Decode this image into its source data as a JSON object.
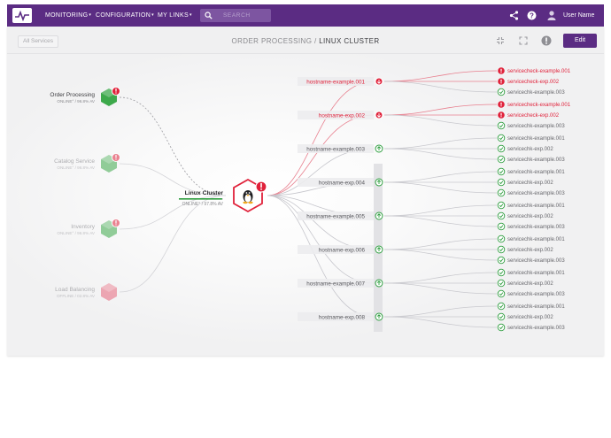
{
  "nav": {
    "items": [
      {
        "label": "MONITORING"
      },
      {
        "label": "CONFIGURATION"
      },
      {
        "label": "MY LINKS"
      }
    ],
    "search_placeholder": "SEARCH",
    "user": "User Name",
    "icons": [
      "share-icon",
      "help-icon",
      "user-icon"
    ]
  },
  "toolbar": {
    "all_services": "All Services",
    "breadcrumb_parent": "ORDER PROCESSING",
    "breadcrumb_sep": " / ",
    "breadcrumb_current": "LINUX CLUSTER",
    "edit_label": "Edit"
  },
  "colors": {
    "brand": "#5b2c83",
    "critical": "#e0213a",
    "ok": "#2e9e3f",
    "healthy_node": "#3da94b",
    "offline_node": "#e8677d"
  },
  "services": [
    {
      "name": "Order Processing",
      "status": "ONLINE° / 96.8% AV",
      "state": "critical"
    },
    {
      "name": "Catalog Service",
      "status": "ONLINE° / 96.8% AV",
      "state": "critical"
    },
    {
      "name": "Inventory",
      "status": "ONLINE° / 96.8% AV",
      "state": "critical"
    },
    {
      "name": "Load Balancing",
      "status": "OFFLINE / 02.8% AV",
      "state": "offline"
    }
  ],
  "cluster": {
    "name": "Linux Cluster",
    "status": "ONLINE° / 97.8% AV",
    "availability": 0.978
  },
  "hosts": [
    {
      "name": "hostname-example.001",
      "state": "critical",
      "checks": [
        {
          "name": "servicecheck-example.001",
          "state": "critical"
        },
        {
          "name": "servicecheck-exp.002",
          "state": "critical"
        },
        {
          "name": "servicechk-example.003",
          "state": "ok"
        }
      ]
    },
    {
      "name": "hostname-exp.002",
      "state": "critical",
      "checks": [
        {
          "name": "servicecheck-example.001",
          "state": "critical"
        },
        {
          "name": "servicecheck-exp.002",
          "state": "critical"
        },
        {
          "name": "servicechk-example.003",
          "state": "ok"
        }
      ]
    },
    {
      "name": "hostname-example.003",
      "state": "ok",
      "checks": [
        {
          "name": "servicechk-example.001",
          "state": "ok"
        },
        {
          "name": "servicechk-exp.002",
          "state": "ok"
        },
        {
          "name": "servicechk-example.003",
          "state": "ok"
        }
      ]
    },
    {
      "name": "hostname-exp.004",
      "state": "ok",
      "checks": [
        {
          "name": "servicechk-example.001",
          "state": "ok"
        },
        {
          "name": "servicechk-exp.002",
          "state": "ok"
        },
        {
          "name": "servicechk-example.003",
          "state": "ok"
        }
      ]
    },
    {
      "name": "hostname-example.005",
      "state": "ok",
      "checks": [
        {
          "name": "servicechk-example.001",
          "state": "ok"
        },
        {
          "name": "servicechk-exp.002",
          "state": "ok"
        },
        {
          "name": "servicechk-example.003",
          "state": "ok"
        }
      ]
    },
    {
      "name": "hostname-exp.006",
      "state": "ok",
      "checks": [
        {
          "name": "servicechk-example.001",
          "state": "ok"
        },
        {
          "name": "servicechk-exp.002",
          "state": "ok"
        },
        {
          "name": "servicechk-example.003",
          "state": "ok"
        }
      ]
    },
    {
      "name": "hostname-example.007",
      "state": "ok",
      "checks": [
        {
          "name": "servicechk-example.001",
          "state": "ok"
        },
        {
          "name": "servicechk-exp.002",
          "state": "ok"
        },
        {
          "name": "servicechk-example.003",
          "state": "ok"
        }
      ]
    },
    {
      "name": "hostname-exp.008",
      "state": "ok",
      "checks": [
        {
          "name": "servicechk-example.001",
          "state": "ok"
        },
        {
          "name": "servicechk-exp.002",
          "state": "ok"
        },
        {
          "name": "servicechk-example.003",
          "state": "ok"
        }
      ]
    }
  ]
}
